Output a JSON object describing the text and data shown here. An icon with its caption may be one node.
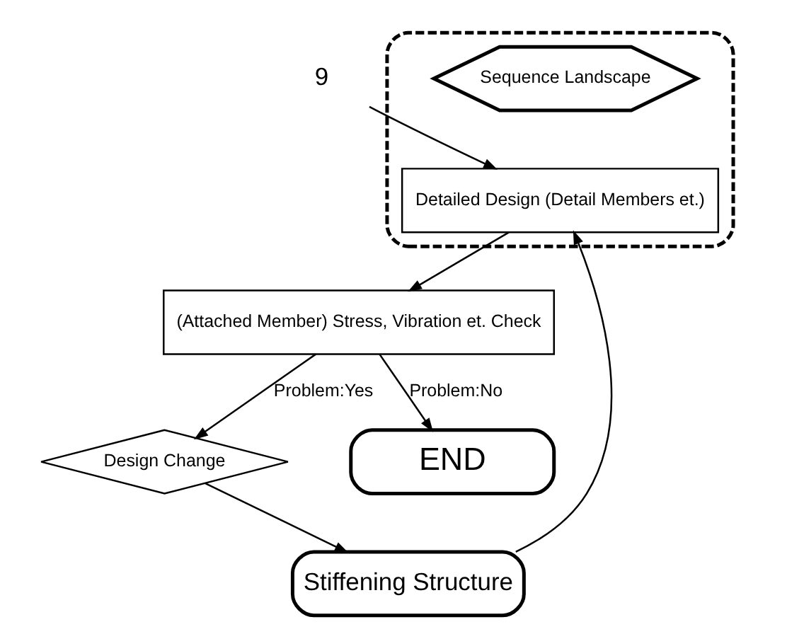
{
  "diagram": {
    "nodes": [
      {
        "text": [
          "9"
        ]
      },
      {
        "text": [],
        "shape": "box"
      },
      {
        "text": [
          "Sequence Landscape"
        ],
        "in": 1
      },
      {
        "text": [
          "Detailed Design (Detail Members et.)"
        ],
        "in": 1
      },
      {
        "text": [
          "(Attached Member) Stress, Vibration et. Check"
        ]
      },
      {
        "text": [
          "Design Change"
        ]
      },
      {
        "text": [
          "Stiffening Structure"
        ]
      },
      {
        "text": [
          "END"
        ]
      }
    ],
    "edges": [
      {
        "from": 0,
        "to": 3,
        "arrow": "to"
      },
      {
        "from": 3,
        "to": 4,
        "arrow": "to"
      },
      {
        "from": 4,
        "to": 5,
        "arrow": "to",
        "label": "Problem:Yes"
      },
      {
        "from": 4,
        "to": 7,
        "arrow": "to",
        "label": "Problem:No"
      },
      {
        "from": 5,
        "to": 6,
        "arrow": "to"
      },
      {
        "from": 6,
        "to": 3,
        "arrow": "to"
      }
    ]
  }
}
